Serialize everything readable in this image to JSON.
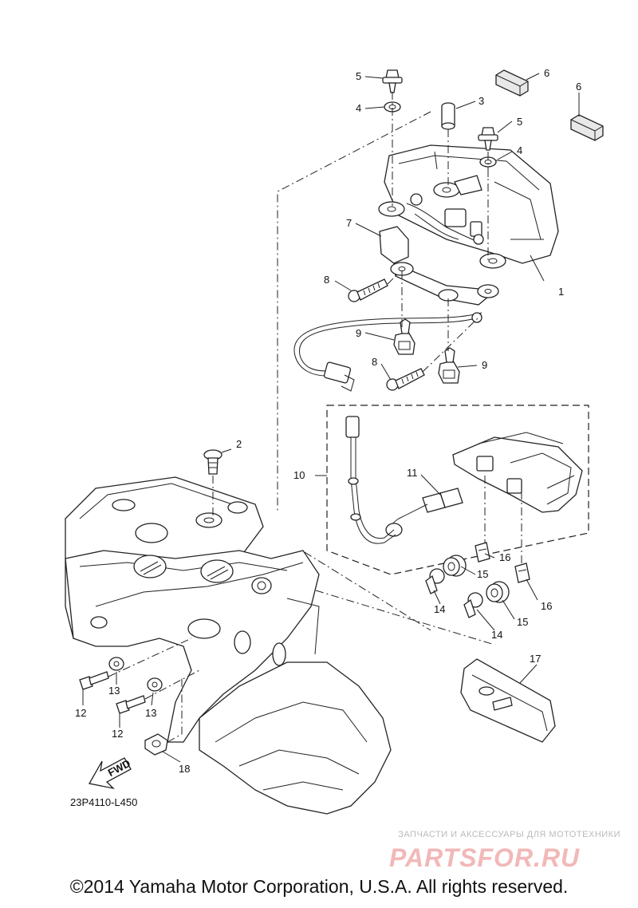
{
  "diagram_code": "23P4110-L450",
  "direction_label": "FWD",
  "callouts": {
    "c1": "1",
    "c2": "2",
    "c3": "3",
    "c4a": "4",
    "c4b": "4",
    "c5a": "5",
    "c5b": "5",
    "c6a": "6",
    "c6b": "6",
    "c7": "7",
    "c8a": "8",
    "c8b": "8",
    "c9a": "9",
    "c9b": "9",
    "c10": "10",
    "c11": "11",
    "c12a": "12",
    "c12b": "12",
    "c13a": "13",
    "c13b": "13",
    "c14a": "14",
    "c14b": "14",
    "c15a": "15",
    "c15b": "15",
    "c16a": "16",
    "c16b": "16",
    "c17": "17",
    "c18": "18"
  },
  "watermark": {
    "tagline": "ЗАПЧАСТИ И АКСЕССУАРЫ ДЛЯ МОТОТЕХНИКИ",
    "logo": "PARTSFOR.RU",
    "color": "#f2b8b8"
  },
  "copyright": "©2014 Yamaha Motor Corporation, U.S.A. All rights reserved."
}
